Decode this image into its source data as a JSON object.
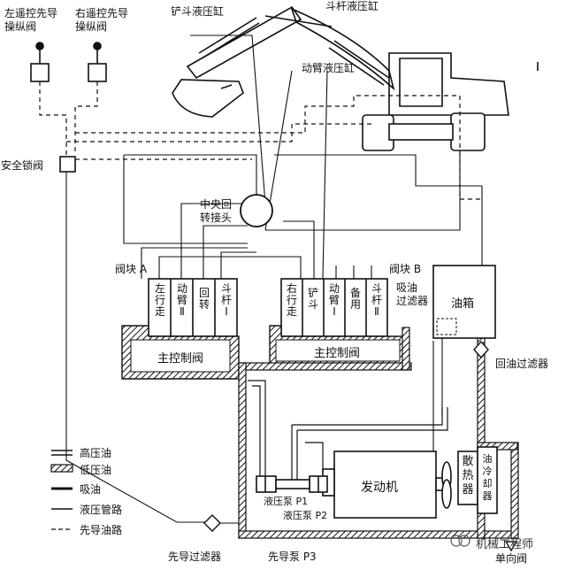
{
  "labels": {
    "left_pilot_valve": "左遥控先导\n操纵阀",
    "right_pilot_valve": "右遥控先导\n操纵阀",
    "bucket_cylinder": "铲斗液压缸",
    "stick_cylinder": "斗杆液压缸",
    "boom_cylinder": "动臂液压缸",
    "safety_lock_valve": "安全锁阀",
    "central_swivel_joint": "中央回\n转接头",
    "valve_block_a": "阀块 A",
    "valve_block_b": "阀块 B",
    "suction_filter": "吸油\n过滤器",
    "oil_tank": "油箱",
    "return_filter": "回油过滤器",
    "main_control_valve_a": "主控制阀",
    "main_control_valve_b": "主控制阀",
    "engine": "发动机",
    "radiator": "散\n热\n器",
    "oil_cooler": "油\n冷\n却\n器",
    "pump_p1": "液压泵 P1",
    "pump_p2": "液压泵 P2",
    "pilot_pump_p3": "先导泵 P3",
    "pilot_filter": "先导过滤器",
    "check_valve": "单向阀",
    "watermark": "机械工程师"
  },
  "valve_sections_a": [
    "左\n行\n走",
    "动\n臂\nⅡ",
    "回\n转",
    "斗\n杆\nⅠ"
  ],
  "valve_sections_b": [
    "右\n行\n走",
    "铲\n斗",
    "动\n臂\nⅠ",
    "备\n用",
    "斗\n杆\nⅡ"
  ],
  "legend": [
    {
      "type": "high-pressure",
      "label": "高压油"
    },
    {
      "type": "low-pressure",
      "label": "低压油"
    },
    {
      "type": "suction",
      "label": "吸油"
    },
    {
      "type": "hydraulic-line",
      "label": "液压管路"
    },
    {
      "type": "pilot-line",
      "label": "先导油路"
    }
  ]
}
